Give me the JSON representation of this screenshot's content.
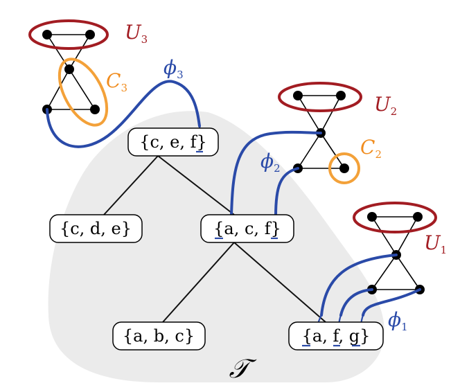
{
  "tree": {
    "symbol": "𝒯",
    "nodes": [
      {
        "id": "root",
        "open": "{",
        "close": "}",
        "parts": [
          "c, e, ",
          "f"
        ],
        "underlined": [
          false,
          true
        ]
      },
      {
        "id": "left",
        "open": "{",
        "close": "}",
        "parts": [
          "c, d, e"
        ],
        "underlined": [
          false
        ]
      },
      {
        "id": "mid",
        "open": "{",
        "close": "}",
        "parts": [
          "a",
          ", c, ",
          "f"
        ],
        "underlined": [
          true,
          false,
          true
        ]
      },
      {
        "id": "leafleft",
        "open": "{",
        "close": "}",
        "parts": [
          "a, b, c"
        ],
        "underlined": [
          false
        ]
      },
      {
        "id": "leafright",
        "open": "{",
        "close": "}",
        "parts": [
          "a",
          ", ",
          "f",
          ", ",
          "g"
        ],
        "underlined": [
          true,
          false,
          true,
          false,
          true
        ]
      }
    ]
  },
  "labels": {
    "u3": {
      "base": "U",
      "sub": "3"
    },
    "c3": {
      "base": "C",
      "sub": "3"
    },
    "phi3": {
      "base": "ϕ",
      "sub": "3"
    },
    "u2": {
      "base": "U",
      "sub": "2"
    },
    "c2": {
      "base": "C",
      "sub": "2"
    },
    "phi2": {
      "base": "ϕ",
      "sub": "2"
    },
    "u1": {
      "base": "U",
      "sub": "1"
    },
    "phi1": {
      "base": "ϕ",
      "sub": "1"
    }
  },
  "colors": {
    "u_red": "#a21c22",
    "c_orange": "#f3a139",
    "phi_blue": "#2a4aa8",
    "region_gray": "#ebebeb"
  }
}
